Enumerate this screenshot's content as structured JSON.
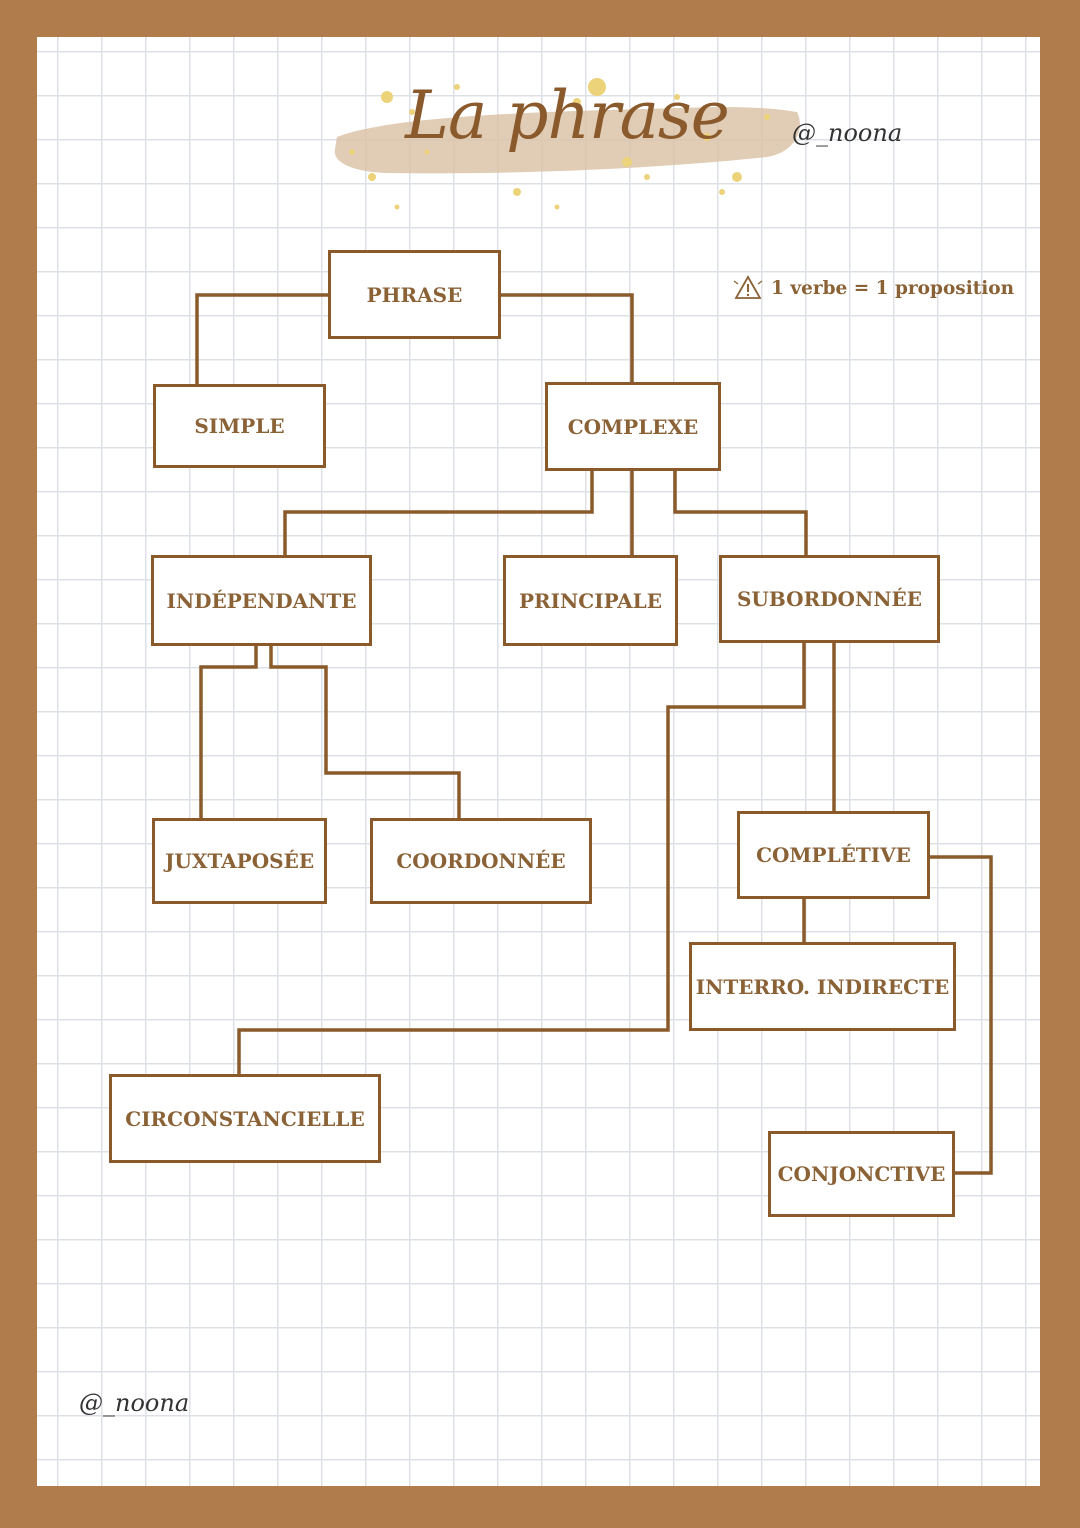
{
  "title": "La phrase",
  "handle_top": "@_noona",
  "handle_bottom": "@_noona",
  "note": {
    "icon": "warning-icon",
    "text": "1  verbe =  1 proposition"
  },
  "colors": {
    "frame": "#b07c4c",
    "line": "#8b5a2b",
    "text": "#8a6236",
    "brush": "#d9bfa4",
    "splatter": "#ecd37a"
  },
  "nodes": {
    "phrase": "PHRASE",
    "simple": "SIMPLE",
    "complexe": "COMPLEXE",
    "independante": "INDÉPENDANTE",
    "principale": "PRINCIPALE",
    "subordonnee": "SUBORDONNÉE",
    "juxtaposee": "JUXTAPOSÉE",
    "coordonnee": "COORDONNÉE",
    "completive": "COMPLÉTIVE",
    "interro_indirecte": "INTERRO. INDIRECTE",
    "circonstancielle": "CIRCONSTANCIELLE",
    "conjonctive": "CONJONCTIVE"
  },
  "edges": [
    [
      "phrase",
      "simple"
    ],
    [
      "phrase",
      "complexe"
    ],
    [
      "complexe",
      "independante"
    ],
    [
      "complexe",
      "principale"
    ],
    [
      "complexe",
      "subordonnee"
    ],
    [
      "independante",
      "juxtaposee"
    ],
    [
      "independante",
      "coordonnee"
    ],
    [
      "subordonnee",
      "circonstancielle"
    ],
    [
      "subordonnee",
      "completive"
    ],
    [
      "completive",
      "interro_indirecte"
    ],
    [
      "completive",
      "conjonctive"
    ]
  ]
}
